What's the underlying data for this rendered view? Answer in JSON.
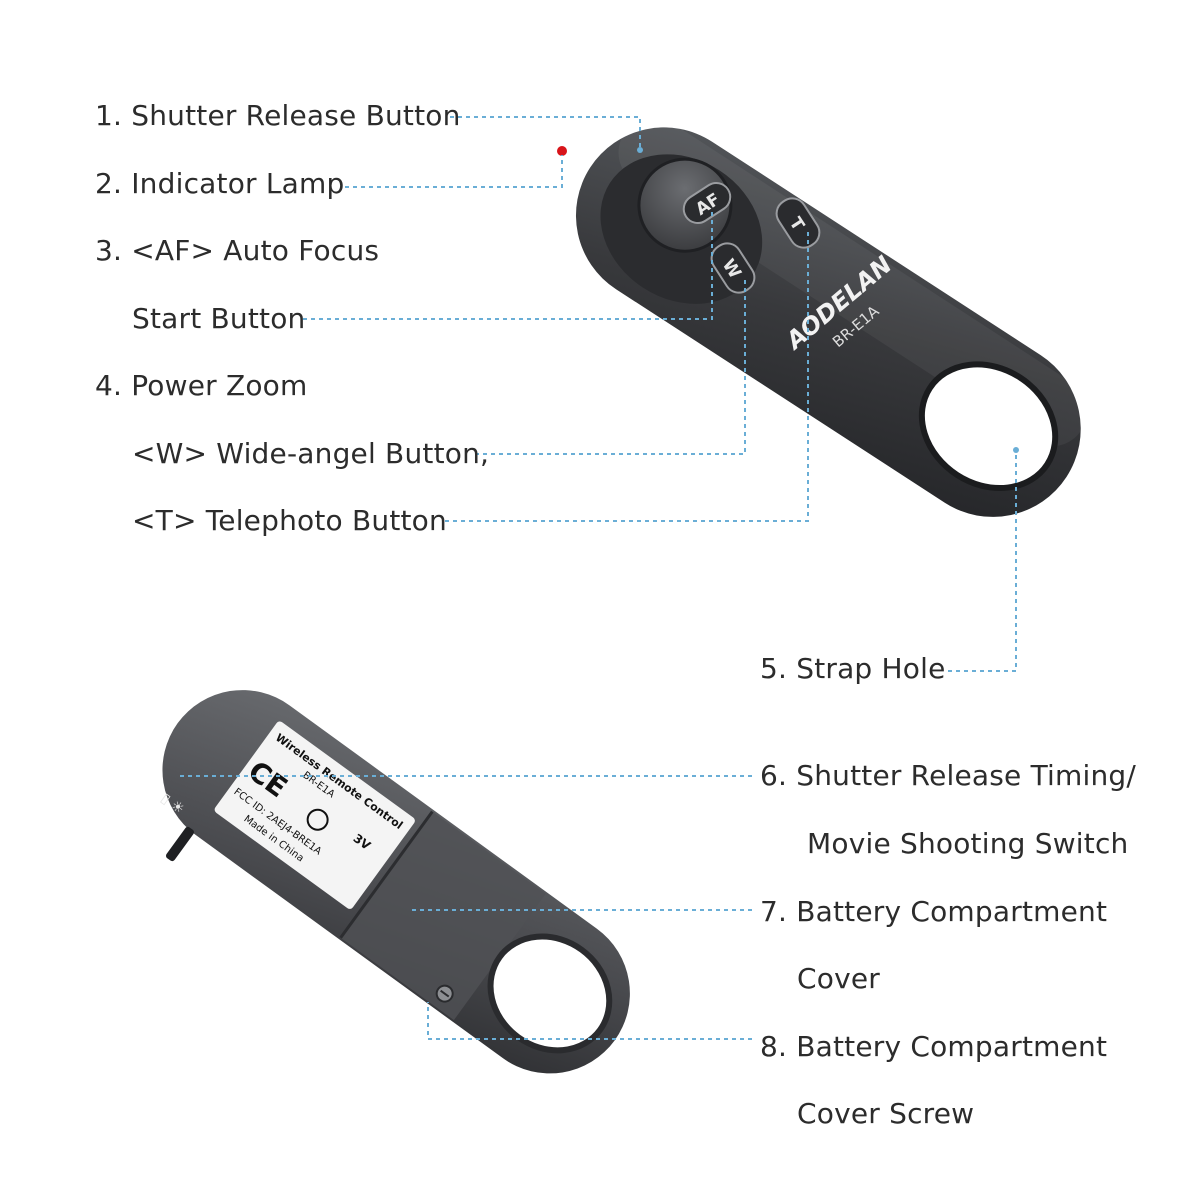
{
  "labels": {
    "l1": "1. Shutter Release Button",
    "l2": "2. Indicator Lamp",
    "l3a": "3. <AF> Auto Focus",
    "l3b": "Start Button",
    "l4a": "4. Power Zoom",
    "l4b": "<W> Wide-angel Button,",
    "l4c": "<T> Telephoto Button",
    "l5": "5. Strap Hole",
    "l6a": "6. Shutter Release Timing/",
    "l6b": "Movie Shooting Switch",
    "l7a": "7. Battery Compartment",
    "l7b": "Cover",
    "l8a": "8. Battery Compartment",
    "l8b": "Cover Screw"
  },
  "front": {
    "af": "AF",
    "w": "W",
    "t": "T",
    "brand": "AODELAN",
    "model": "BR-E1A"
  },
  "back": {
    "sticker_title": "Wireless Remote Control",
    "sticker_model": "BR-E1A",
    "sticker_fcc": "FCC ID: 2AEJ4-BRE1A",
    "sticker_origin": "Made in China",
    "ce": "CE",
    "voltage": "3V",
    "switch_marks": "▯ ☀"
  },
  "colors": {
    "body_dark": "#333538",
    "body_mid": "#45474b",
    "leader": "#6aaed6",
    "lamp": "#d8141a"
  }
}
